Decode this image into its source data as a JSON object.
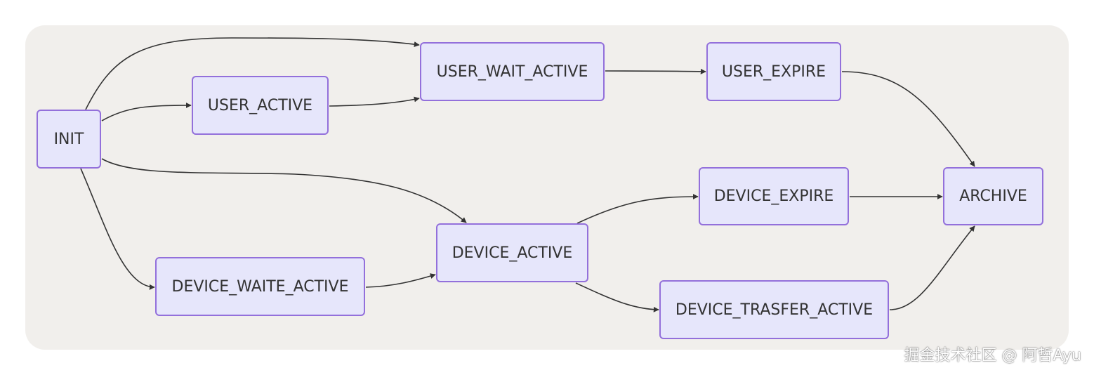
{
  "diagram": {
    "nodes": {
      "init": "INIT",
      "user_active": "USER_ACTIVE",
      "user_wait_active": "USER_WAIT_ACTIVE",
      "user_expire": "USER_EXPIRE",
      "device_expire": "DEVICE_EXPIRE",
      "archive": "ARCHIVE",
      "device_active": "DEVICE_ACTIVE",
      "device_waite_active": "DEVICE_WAITE_ACTIVE",
      "device_trasfer_active": "DEVICE_TRASFER_ACTIVE"
    },
    "edges": [
      {
        "from": "INIT",
        "to": "USER_WAIT_ACTIVE"
      },
      {
        "from": "INIT",
        "to": "USER_ACTIVE"
      },
      {
        "from": "INIT",
        "to": "DEVICE_ACTIVE"
      },
      {
        "from": "INIT",
        "to": "DEVICE_WAITE_ACTIVE"
      },
      {
        "from": "USER_ACTIVE",
        "to": "USER_WAIT_ACTIVE"
      },
      {
        "from": "USER_WAIT_ACTIVE",
        "to": "USER_EXPIRE"
      },
      {
        "from": "USER_EXPIRE",
        "to": "ARCHIVE"
      },
      {
        "from": "DEVICE_WAITE_ACTIVE",
        "to": "DEVICE_ACTIVE"
      },
      {
        "from": "DEVICE_ACTIVE",
        "to": "DEVICE_EXPIRE"
      },
      {
        "from": "DEVICE_ACTIVE",
        "to": "DEVICE_TRASFER_ACTIVE"
      },
      {
        "from": "DEVICE_EXPIRE",
        "to": "ARCHIVE"
      },
      {
        "from": "DEVICE_TRASFER_ACTIVE",
        "to": "ARCHIVE"
      }
    ],
    "colors": {
      "node_fill": "#e6e6fb",
      "node_border": "#9370db",
      "edge": "#333333",
      "background": "#f1efec"
    }
  },
  "watermark": "掘金技术社区 @ 阿哲Ayu"
}
